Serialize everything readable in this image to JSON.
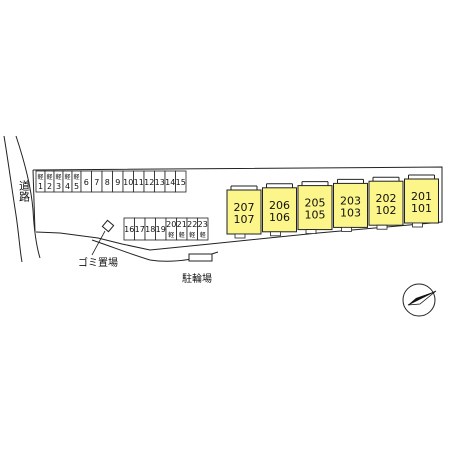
{
  "road_label": "道路",
  "garbage_label": "ゴミ置場",
  "bicycle_label": "駐輪場",
  "compass": {
    "icon": "north-arrow-icon"
  },
  "colors": {
    "building": "#fbf58a",
    "line": "#222222"
  },
  "parking": {
    "kei_mark": "軽",
    "row_top": [
      "1",
      "2",
      "3",
      "4",
      "5",
      "6",
      "7",
      "8",
      "9",
      "10",
      "11",
      "12",
      "13",
      "14",
      "15"
    ],
    "row_top_kei_count": 5,
    "row_bottom": [
      "16",
      "17",
      "18",
      "19",
      "20",
      "21",
      "22",
      "23"
    ],
    "row_bottom_kei_from": 4
  },
  "buildings": [
    {
      "upper": "207",
      "lower": "107"
    },
    {
      "upper": "206",
      "lower": "106"
    },
    {
      "upper": "205",
      "lower": "105"
    },
    {
      "upper": "203",
      "lower": "103"
    },
    {
      "upper": "202",
      "lower": "102"
    },
    {
      "upper": "201",
      "lower": "101"
    }
  ]
}
